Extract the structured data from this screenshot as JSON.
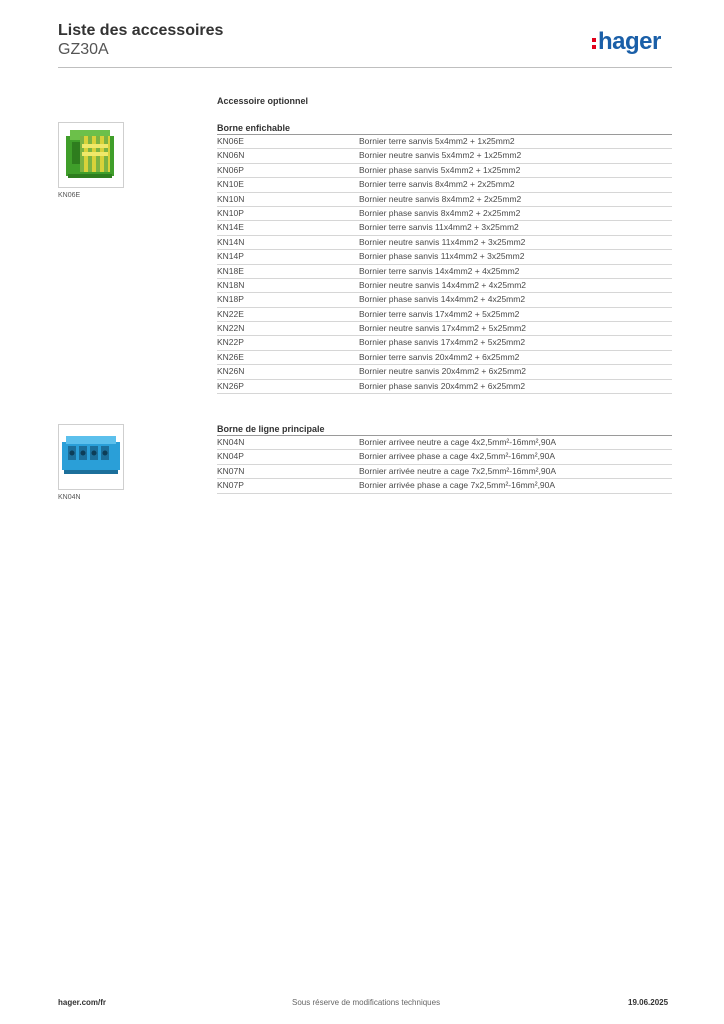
{
  "header": {
    "title": "Liste des accessoires",
    "subtitle": "GZ30A",
    "brand": "hager"
  },
  "section_title": "Accessoire optionnel",
  "groups": [
    {
      "title": "Borne enfichable",
      "image_caption": "KN06E",
      "image_icon": "green-yellow-terminal-block",
      "rows": [
        {
          "ref": "KN06E",
          "desc": "Bornier terre sanvis 5x4mm2 + 1x25mm2"
        },
        {
          "ref": "KN06N",
          "desc": "Bornier neutre sanvis 5x4mm2 + 1x25mm2"
        },
        {
          "ref": "KN06P",
          "desc": "Bornier phase sanvis 5x4mm2 + 1x25mm2"
        },
        {
          "ref": "KN10E",
          "desc": "Bornier terre sanvis 8x4mm2 + 2x25mm2"
        },
        {
          "ref": "KN10N",
          "desc": "Bornier neutre sanvis 8x4mm2 + 2x25mm2"
        },
        {
          "ref": "KN10P",
          "desc": "Bornier phase sanvis 8x4mm2 + 2x25mm2"
        },
        {
          "ref": "KN14E",
          "desc": "Bornier terre sanvis 11x4mm2 + 3x25mm2"
        },
        {
          "ref": "KN14N",
          "desc": "Bornier neutre sanvis 11x4mm2 + 3x25mm2"
        },
        {
          "ref": "KN14P",
          "desc": "Bornier phase sanvis 11x4mm2 + 3x25mm2"
        },
        {
          "ref": "KN18E",
          "desc": "Bornier terre sanvis 14x4mm2 + 4x25mm2"
        },
        {
          "ref": "KN18N",
          "desc": "Bornier neutre sanvis 14x4mm2 + 4x25mm2"
        },
        {
          "ref": "KN18P",
          "desc": "Bornier phase sanvis 14x4mm2 + 4x25mm2"
        },
        {
          "ref": "KN22E",
          "desc": "Bornier terre sanvis 17x4mm2 + 5x25mm2"
        },
        {
          "ref": "KN22N",
          "desc": "Bornier neutre sanvis 17x4mm2 + 5x25mm2"
        },
        {
          "ref": "KN22P",
          "desc": "Bornier phase sanvis 17x4mm2 + 5x25mm2"
        },
        {
          "ref": "KN26E",
          "desc": "Bornier terre sanvis 20x4mm2 + 6x25mm2"
        },
        {
          "ref": "KN26N",
          "desc": "Bornier neutre sanvis 20x4mm2 + 6x25mm2"
        },
        {
          "ref": "KN26P",
          "desc": "Bornier phase sanvis 20x4mm2 + 6x25mm2"
        }
      ]
    },
    {
      "title": "Borne de ligne principale",
      "image_caption": "KN04N",
      "image_icon": "blue-terminal-block",
      "rows": [
        {
          "ref": "KN04N",
          "desc": "Bornier arrivee neutre a cage 4x2,5mm²-16mm²,90A"
        },
        {
          "ref": "KN04P",
          "desc": "Bornier arrivee phase a cage 4x2,5mm²-16mm²,90A"
        },
        {
          "ref": "KN07N",
          "desc": "Bornier arrivée neutre a cage 7x2,5mm²-16mm²,90A"
        },
        {
          "ref": "KN07P",
          "desc": "Bornier arrivée phase a cage 7x2,5mm²-16mm²,90A"
        }
      ]
    }
  ],
  "footer": {
    "website": "hager.com/fr",
    "disclaimer": "Sous réserve de modifications techniques",
    "date": "19.06.2025"
  },
  "colors": {
    "brand_blue": "#1a5fa8",
    "brand_red": "#e2001a"
  }
}
